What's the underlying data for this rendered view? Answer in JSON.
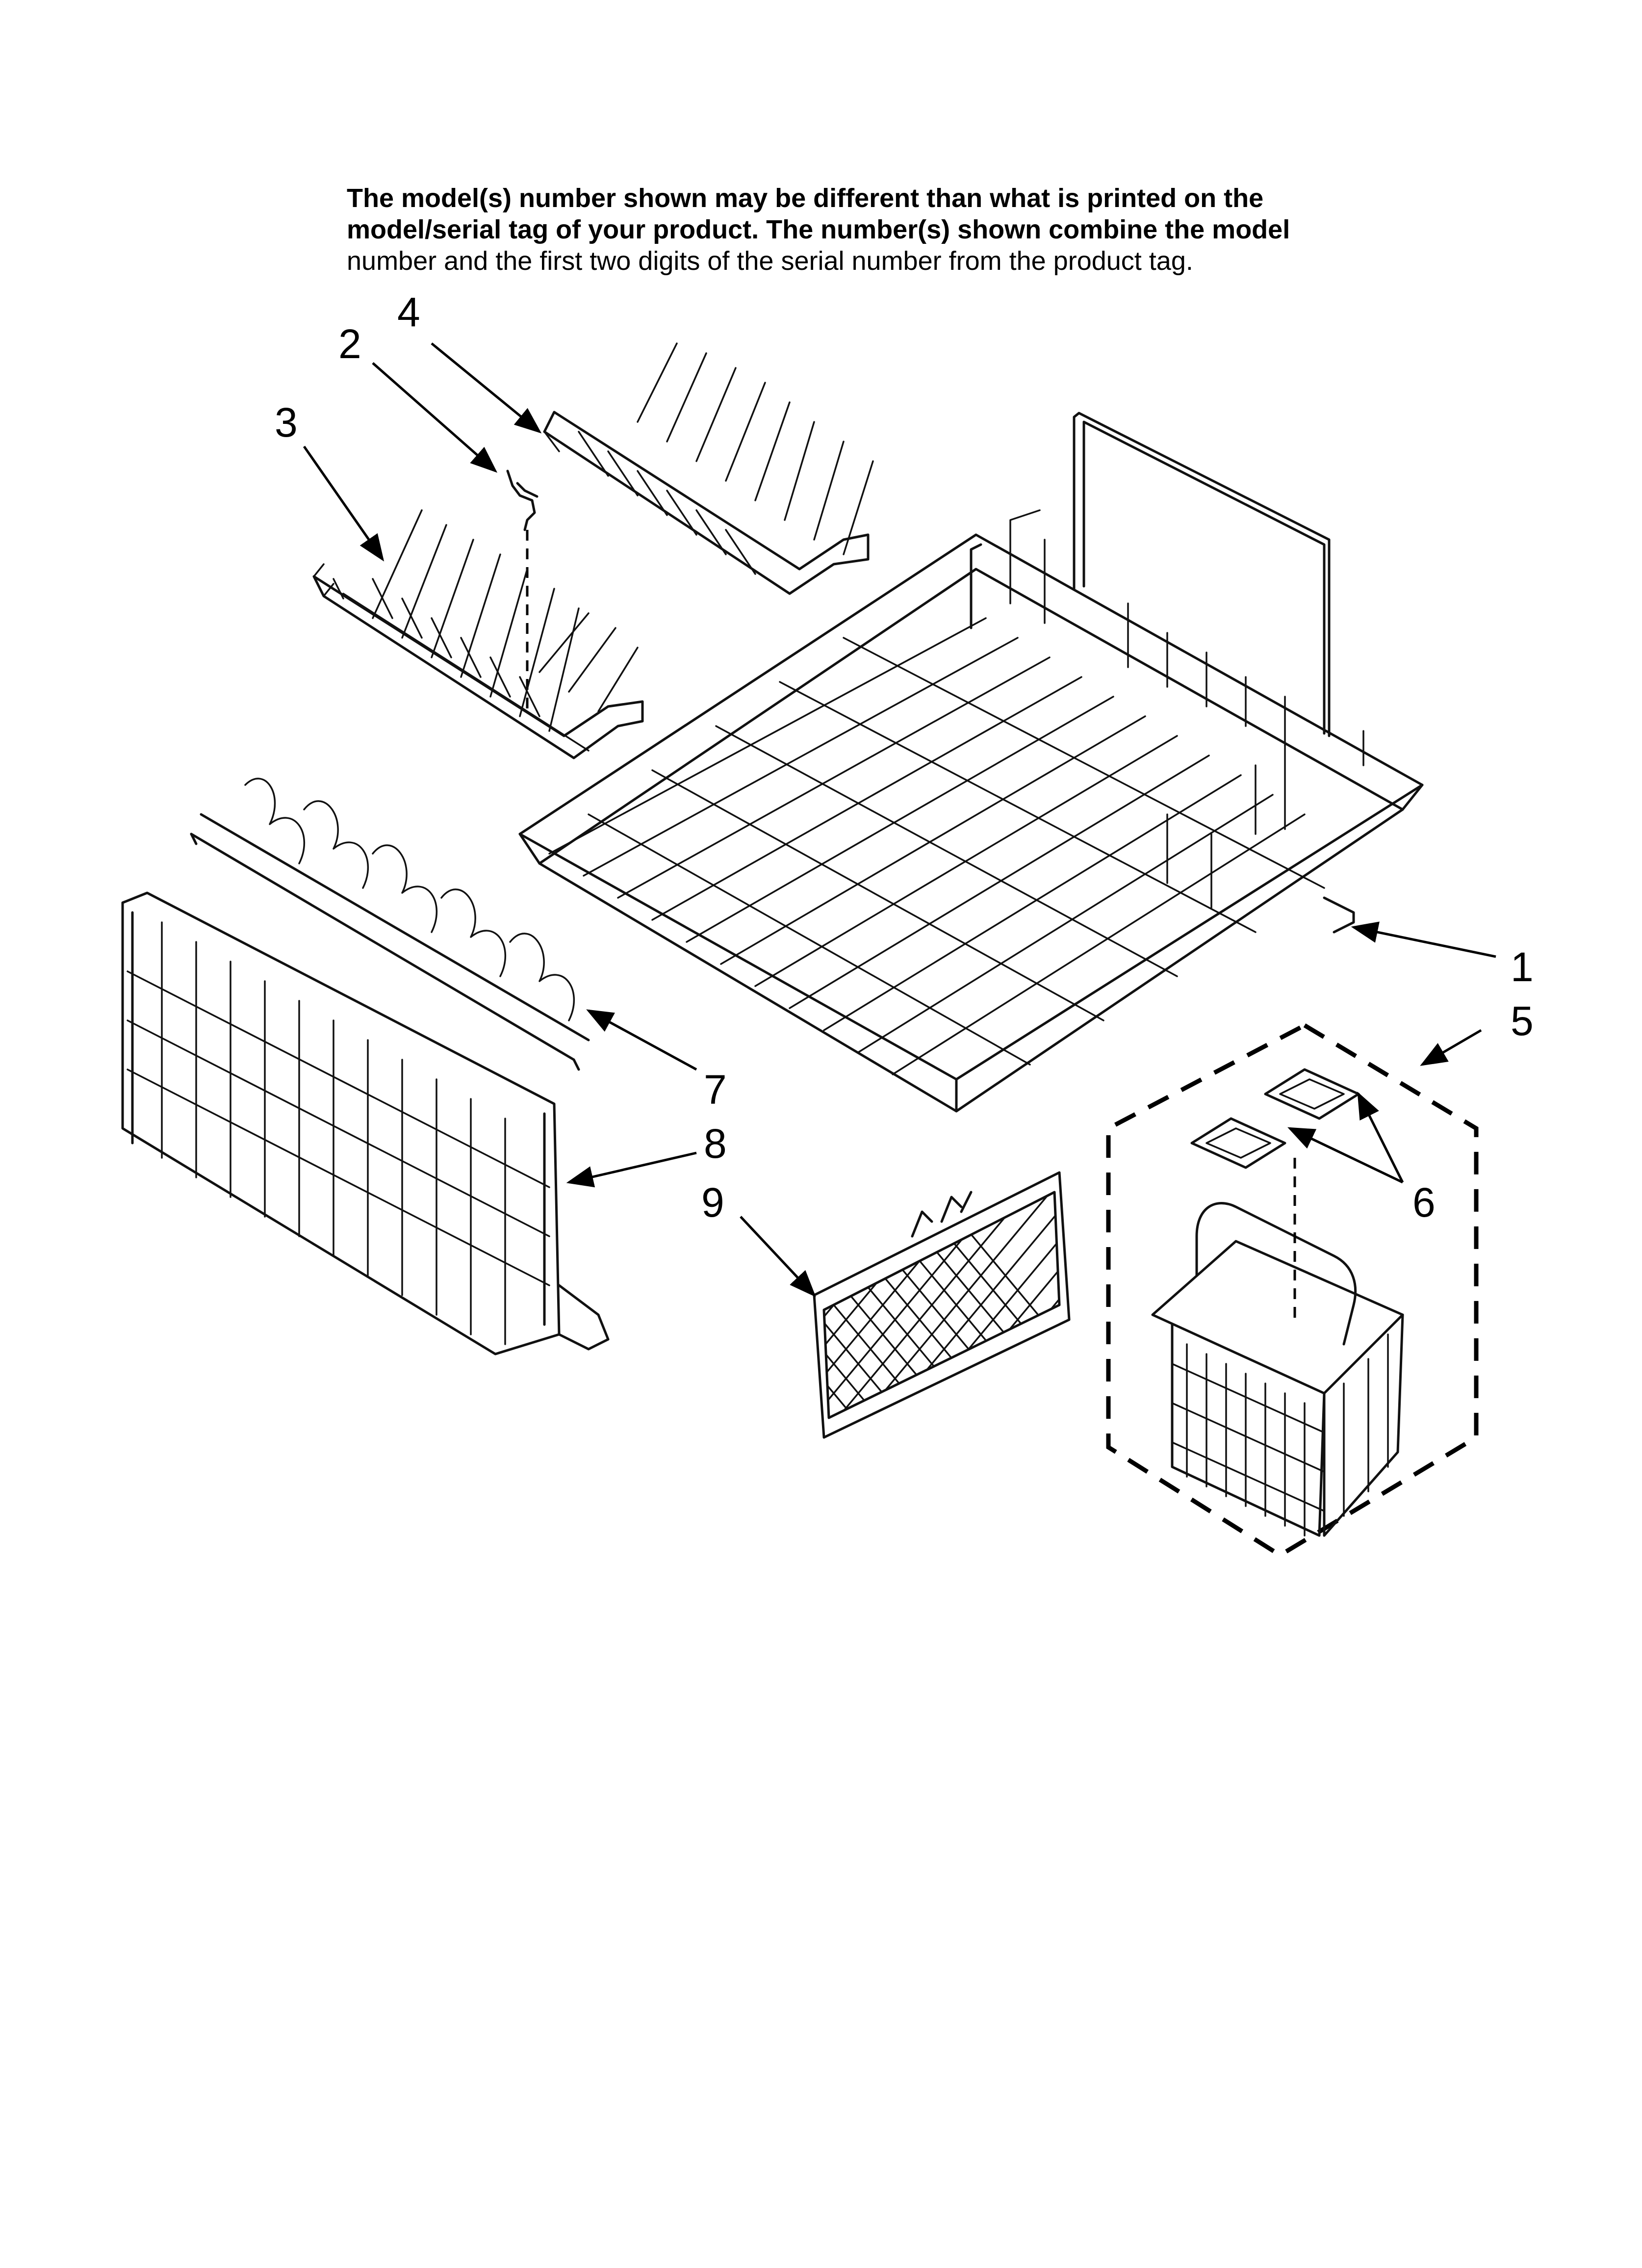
{
  "header_note": {
    "line1": "The model(s) number shown may be different than what is printed on the",
    "line2": "model/serial tag of your product. The number(s) shown combine the model",
    "line3": "number and the first two digits of the serial number from the product tag."
  },
  "callouts": {
    "c1": "1",
    "c2": "2",
    "c3": "3",
    "c4": "4",
    "c5": "5",
    "c6": "6",
    "c7": "7",
    "c8": "8",
    "c9": "9"
  }
}
